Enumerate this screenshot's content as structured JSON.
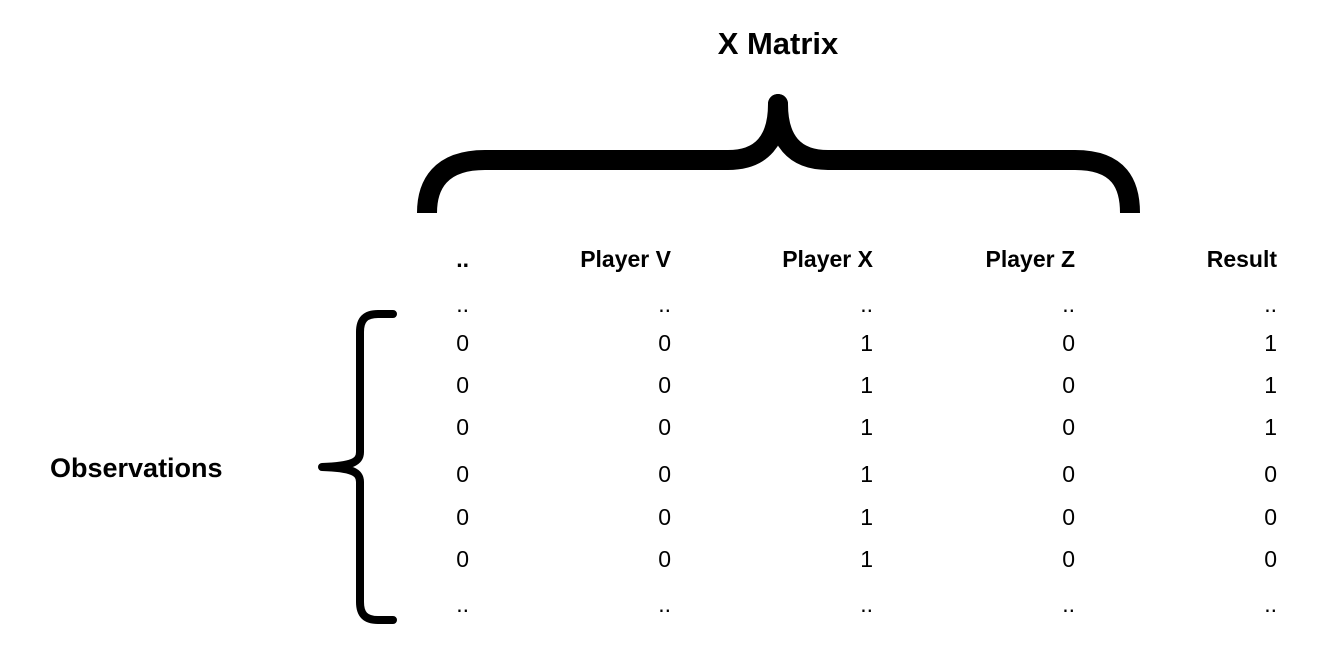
{
  "title": "X Matrix",
  "row_group_label": "Observations",
  "table": {
    "headers": [
      "..",
      "Player V",
      "Player X",
      "Player Z",
      "Result"
    ],
    "rows": [
      [
        "..",
        "..",
        "..",
        "..",
        ".."
      ],
      [
        "0",
        "0",
        "1",
        "0",
        "1"
      ],
      [
        "0",
        "0",
        "1",
        "0",
        "1"
      ],
      [
        "0",
        "0",
        "1",
        "0",
        "1"
      ],
      [
        "0",
        "0",
        "1",
        "0",
        "0"
      ],
      [
        "0",
        "0",
        "1",
        "0",
        "0"
      ],
      [
        "0",
        "0",
        "1",
        "0",
        "0"
      ],
      [
        "..",
        "..",
        "..",
        "..",
        ".."
      ]
    ]
  }
}
